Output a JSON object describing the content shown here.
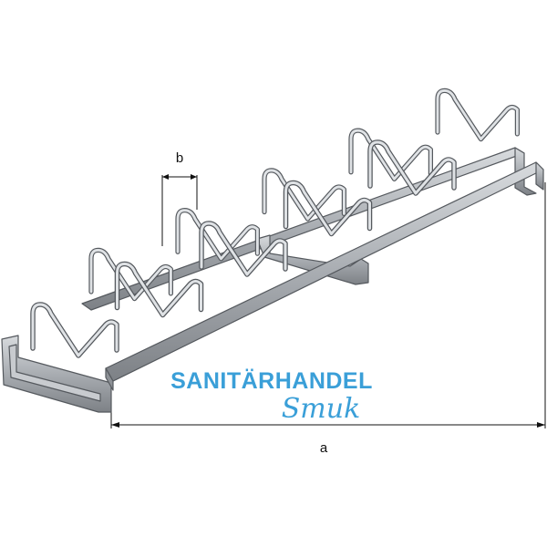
{
  "dimensions": {
    "width_label": "a",
    "spacing_label": "b"
  },
  "watermark": {
    "line1": "SANITÄRHANDEL",
    "line2": "Smuk",
    "color": "#3a9fd8"
  },
  "product": {
    "bike_slots": 10,
    "finish_color": "#a9adb2",
    "outline_color": "#55595e"
  }
}
